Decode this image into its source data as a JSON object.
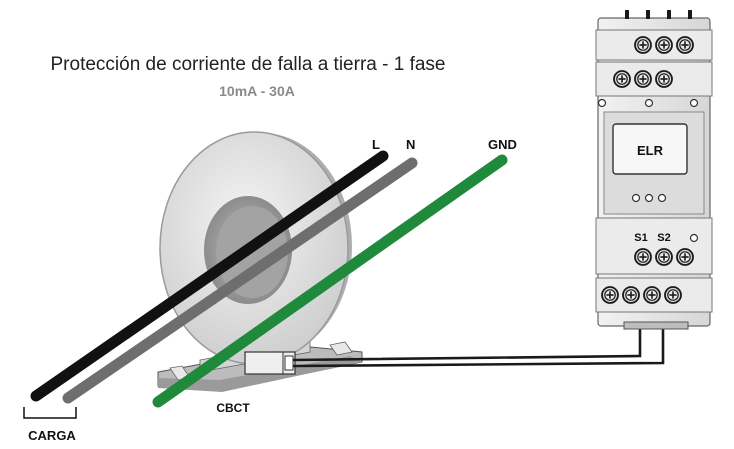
{
  "title": "Protección de corriente de falla a tierra - 1 fase",
  "subtitle": "10mA - 30A",
  "wires": {
    "live": "L",
    "neutral": "N",
    "ground": "GND"
  },
  "load_label": "CARGA",
  "sensor_label": "CBCT",
  "relay": {
    "label": "ELR",
    "terminal_s1": "S1",
    "terminal_s2": "S2"
  },
  "colors": {
    "live_wire": "#111111",
    "neutral_wire": "#6e6e6e",
    "ground_wire": "#1f8a3c",
    "ring": "#d9d9d9",
    "relay_body": "#e6e6e6"
  },
  "icons": [
    "screw-terminal-icon",
    "led-icon"
  ]
}
